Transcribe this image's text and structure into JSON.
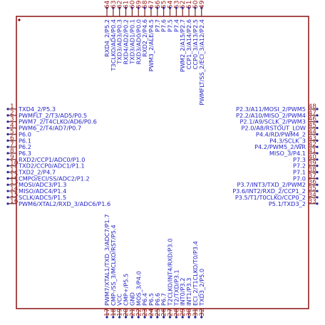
{
  "colors": {
    "body_stroke": "#840000",
    "pin_line": "#7a2424",
    "pin_number": "#9a2020",
    "signal_text": "#2424c8",
    "power_text": "#c83200",
    "ground_text": "#000000"
  },
  "pins": {
    "left": [
      {
        "num": "1",
        "label": "TXD4_2/P5.3"
      },
      {
        "num": "2",
        "label": "PWMFLT_2/T3/AD5/P0.5"
      },
      {
        "num": "3",
        "label": "PWM7_2/T4CLKO/AD6/P0.6"
      },
      {
        "num": "4",
        "label": "PWM6_2/T4/AD7/P0.7"
      },
      {
        "num": "5",
        "label": "P6.0"
      },
      {
        "num": "6",
        "label": "P6.1"
      },
      {
        "num": "7",
        "label": "P6.2"
      },
      {
        "num": "8",
        "label": "P6.3"
      },
      {
        "num": "9",
        "label": "RXD2/CCP1/ADC0/P1.0"
      },
      {
        "num": "10",
        "label": "TXD2/CCP0/ADC1/P1.1"
      },
      {
        "num": "11",
        "label": "TXD2_2/P4.7"
      },
      {
        "num": "12",
        "label": "CMPO/ECI/SS/ADC2/P1.2"
      },
      {
        "num": "13",
        "label": "MOSI/ADC3/P1.3"
      },
      {
        "num": "14",
        "label": "MISO/ADC4/P1.4"
      },
      {
        "num": "15",
        "label": "SCLK/ADC5/P1.5"
      },
      {
        "num": "16",
        "label": "PWM6/XTAL2/RXD_3/ADC6/P1.6"
      }
    ],
    "bottom": [
      {
        "num": "17",
        "label": "PWM7/XTAL1/TXD_3/ADC7/P1.7"
      },
      {
        "num": "18",
        "label": "CMP-/SS_3/MCLKO/RST/P5.4"
      },
      {
        "num": "19",
        "label": "VCC",
        "kind": "power"
      },
      {
        "num": "20",
        "label": "CMP+/P5.5"
      },
      {
        "num": "21",
        "label": "GND",
        "kind": "ground"
      },
      {
        "num": "22",
        "label": "MOS_3/P4.0"
      },
      {
        "num": "23",
        "label": "P6.4"
      },
      {
        "num": "24",
        "label": "P6.5"
      },
      {
        "num": "25",
        "label": "P6.6"
      },
      {
        "num": "26",
        "label": "P6.7"
      },
      {
        "num": "27",
        "label": "T2CLKO/INT4/RXD/P3.0"
      },
      {
        "num": "28",
        "label": "T2/TXD/P3.1"
      },
      {
        "num": "29",
        "label": "INT0/P3.2"
      },
      {
        "num": "30",
        "label": "INT1/P3.3"
      },
      {
        "num": "31",
        "label": "ECI_2/T1CLKO/T0/P3.4"
      },
      {
        "num": "32",
        "label": "TXD3_2/P5.0"
      }
    ],
    "right": [
      {
        "num": "48",
        "label": "P2.3/A11/MOSI_2/PWM5"
      },
      {
        "num": "47",
        "label": "P2.2/A10/MISO_2/PWM4"
      },
      {
        "num": "46",
        "label": "P2.1/A9/SCLK_2/PWM3"
      },
      {
        "num": "45",
        "label": "P2.0/A8/RSTOUT_LOW"
      },
      {
        "num": "44",
        "label": "P4.4/RD/PWM4_2"
      },
      {
        "num": "43",
        "label": "P4.3/SCLK_3"
      },
      {
        "num": "42",
        "label": "P4.2/PWM5_2/WR"
      },
      {
        "num": "41",
        "label": "MISO_3/P4.1"
      },
      {
        "num": "40",
        "label": "P7.3"
      },
      {
        "num": "39",
        "label": "P7.2"
      },
      {
        "num": "38",
        "label": "P7.1"
      },
      {
        "num": "37",
        "label": "P7.0"
      },
      {
        "num": "36",
        "label": "P3.7/INT3/TXD_2/PWM2"
      },
      {
        "num": "35",
        "label": "P3.6/INT2/RXD_2/CCP1_2"
      },
      {
        "num": "34",
        "label": "P3.5/T1/T0CLKO/CCP0_2"
      },
      {
        "num": "33",
        "label": "P5.1/TXD3_2"
      }
    ],
    "top": [
      {
        "num": "64",
        "label": "RXD4_2/P5.2"
      },
      {
        "num": "63",
        "label": "T3CLKO/AD4/P0.4"
      },
      {
        "num": "62",
        "label": "TXD3/AD3/P0.3"
      },
      {
        "num": "61",
        "label": "RXD4/AD2/P0.2"
      },
      {
        "num": "60",
        "label": "TXD3/AD1/P0.1"
      },
      {
        "num": "59",
        "label": "RXD3/AD0/P0.0"
      },
      {
        "num": "58",
        "label": "RXD2_2/P4.6"
      },
      {
        "num": "57",
        "label": "PWM3_2/ALE/P4.5"
      },
      {
        "num": "56",
        "label": "P7.7"
      },
      {
        "num": "55",
        "label": "P7.6"
      },
      {
        "num": "54",
        "label": "P7.5"
      },
      {
        "num": "53",
        "label": "P7.4"
      },
      {
        "num": "52",
        "label": "PWM2_2/A15/P2.7"
      },
      {
        "num": "51",
        "label": "CCP1_3/A14/P2.6"
      },
      {
        "num": "50",
        "label": "CCP0_3/A13/P2.5"
      },
      {
        "num": "49",
        "label": "PWMFLT/SS_2/ECI_3/A12/P2.4"
      }
    ]
  }
}
